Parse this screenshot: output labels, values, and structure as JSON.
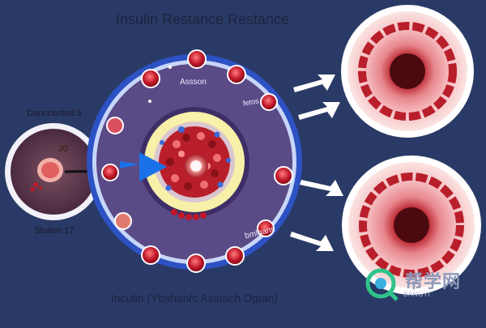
{
  "title": "Insulin Restance Restance",
  "caption": "Inculin (Ybshan/c Asstach Dgtan)",
  "left_cell": {
    "top_label": "Danccented 5",
    "bottom_label": "Stuiteh 17",
    "inner_label": "J0"
  },
  "main_cell": {
    "label_top": "Assson",
    "label_right": "fetos",
    "label_bottom": "bmlgans"
  },
  "watermark": {
    "main": "帮学网",
    "sub": "BANGYI"
  },
  "colors": {
    "background": "#2a3a66",
    "outer_ring": "#2d52c4",
    "cell_body": "#5a4a86",
    "yellow_zone": "#f8efa8",
    "vessel_red": "#b81f2a",
    "vessel_pink": "#f5bcc0"
  },
  "icons": [
    "arrow-icon",
    "watermark-logo-icon"
  ]
}
